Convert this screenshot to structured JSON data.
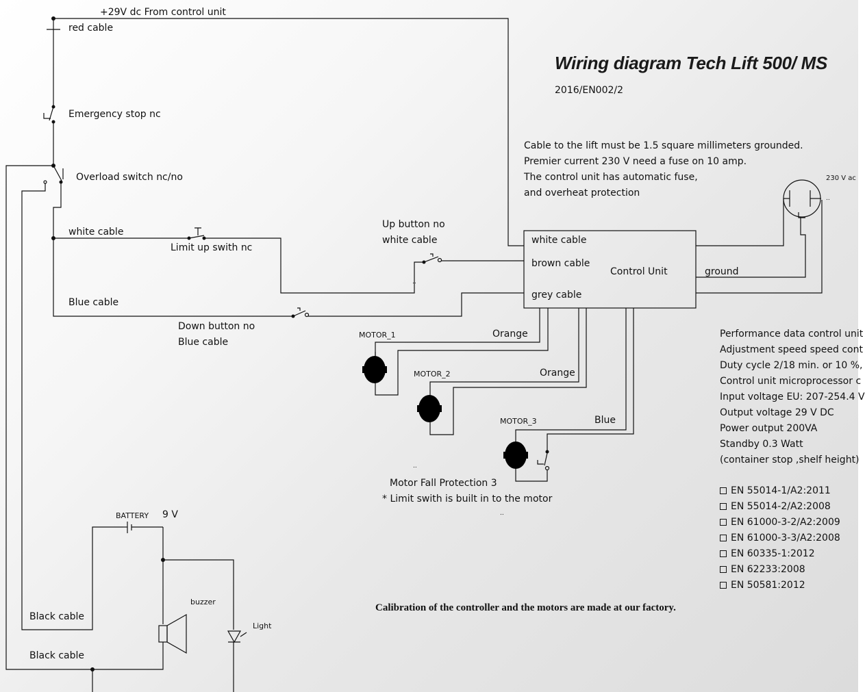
{
  "title": "Wiring diagram Tech Lift 500/ MS",
  "doc_code": "2016/EN002/2",
  "notes": [
    "Cable to the lift must be 1.5 square millimeters grounded.",
    "Premier current 230 V need a fuse on 10 amp.",
    "The control unit has automatic fuse,",
    "and overheat protection"
  ],
  "labels": {
    "supply": "+29V dc From control unit",
    "red_cable": "red cable",
    "emergency_stop": "Emergency stop nc",
    "overload_switch": "Overload switch  nc/no",
    "white_cable_left": "white cable",
    "limit_up": "Limit up swith nc",
    "up_button_1": "Up button no",
    "up_button_2": "white cable",
    "blue_cable_left": "Blue cable",
    "down_button_1": "Down button no",
    "down_button_2": "Blue cable",
    "control_unit": "Control Unit",
    "cu_white": "white cable",
    "cu_brown": "brown cable",
    "cu_grey": "grey cable",
    "ground": "ground",
    "ac_230": "230 V ac",
    "motor1": "MOTOR_1",
    "motor2": "MOTOR_2",
    "motor3": "MOTOR_3",
    "orange1": "Orange",
    "orange2": "Orange",
    "blue": "Blue",
    "fall_protection": "Motor Fall Protection 3",
    "limit_builtin": "* Limit swith is built in to the motor",
    "battery": "BATTERY",
    "battery_voltage": "9 V",
    "buzzer": "buzzer",
    "light": "Light",
    "black_cable_1": "Black cable",
    "black_cable_2": "Black cable",
    "calibration": "Calibration of the controller and the motors are made at our factory.",
    "dots_1": "..",
    "dots_2": "..",
    "dots_3": "..",
    "dots_4": ".."
  },
  "performance": [
    "Performance data control unit",
    "Adjustment speed speed cont",
    "Duty cycle 2/18 min. or 10 %,",
    "Control unit microprocessor c",
    "Input voltage EU: 207-254.4 V",
    "Output voltage 29 V DC",
    "Power output 200VA",
    "Standby 0.3 Watt",
    "(container stop ,shelf height)"
  ],
  "standards": [
    "EN 55014-1/A2:2011",
    "EN 55014-2/A2:2008",
    "EN 61000-3-2/A2:2009",
    "EN 61000-3-3/A2:2008",
    "EN 60335-1:2012",
    "EN 62233:2008",
    "EN 50581:2012"
  ]
}
